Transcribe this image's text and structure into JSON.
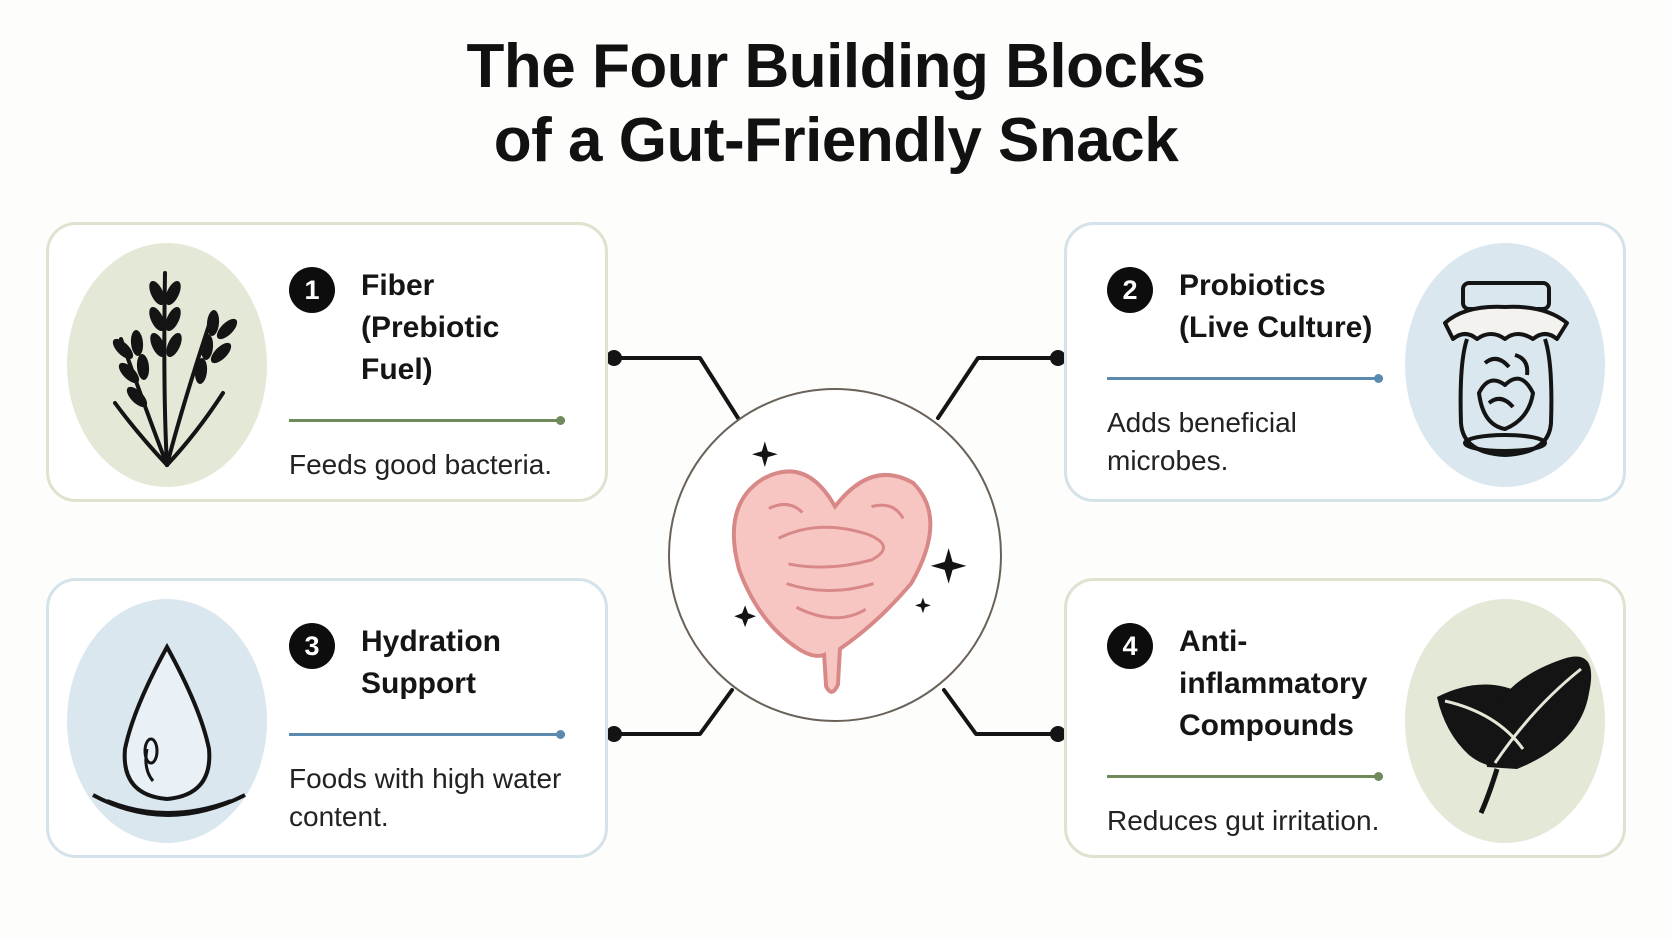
{
  "title": {
    "line1": "The Four Building Blocks",
    "line2": "of a Gut-Friendly Snack"
  },
  "center": {
    "icon": "gut-heart-icon"
  },
  "blocks": [
    {
      "number": "1",
      "title_line1": "Fiber",
      "title_line2": "(Prebiotic Fuel)",
      "description": "Feeds good bacteria.",
      "icon": "wheat-icon",
      "accent": "#6f8a5b"
    },
    {
      "number": "2",
      "title_line1": "Probiotics",
      "title_line2": "(Live Culture)",
      "description": "Adds beneficial microbes.",
      "icon": "fermentation-jar-icon",
      "accent": "#5b8ab0"
    },
    {
      "number": "3",
      "title_line1": "Hydration",
      "title_line2": "Support",
      "description": "Foods with high water content.",
      "icon": "water-drop-icon",
      "accent": "#5b8ab0"
    },
    {
      "number": "4",
      "title_line1": "Anti-inflammatory",
      "title_line2": "Compounds",
      "description": "Reduces gut irritation.",
      "icon": "leaf-icon",
      "accent": "#6f8a5b"
    }
  ]
}
